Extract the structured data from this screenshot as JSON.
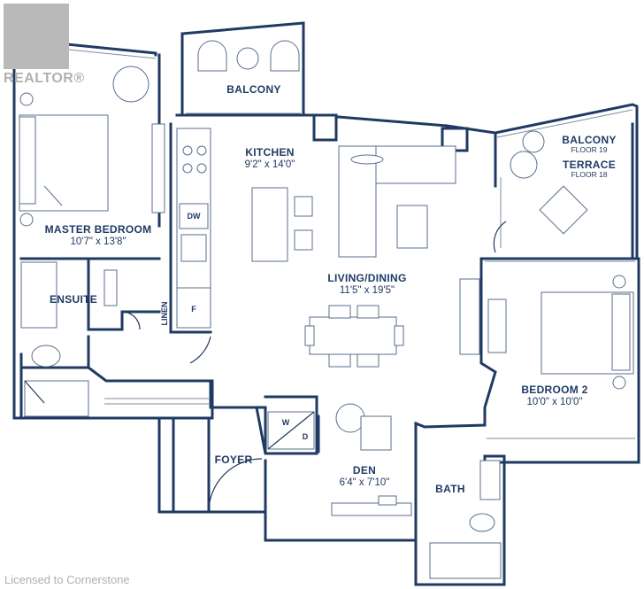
{
  "watermark": {
    "brand": "REALTOR®"
  },
  "credit": "Licensed to Cornerstone",
  "rooms": {
    "balcony_top": {
      "name": "BALCONY"
    },
    "kitchen": {
      "name": "KITCHEN",
      "size": "9'2\" x 14'0\""
    },
    "master": {
      "name": "MASTER BEDROOM",
      "size": "10'7\" x 13'8\""
    },
    "ensuite": {
      "name": "ENSUITE"
    },
    "living": {
      "name": "LIVING/DINING",
      "size": "11'5\" x 19'5\""
    },
    "balcony_right": {
      "name": "BALCONY",
      "floor": "FLOOR 19"
    },
    "terrace": {
      "name": "TERRACE",
      "floor": "FLOOR 18"
    },
    "bedroom2": {
      "name": "BEDROOM 2",
      "size": "10'0\" x 10'0\""
    },
    "foyer": {
      "name": "FOYER"
    },
    "den": {
      "name": "DEN",
      "size": "6'4\" x 7'10\""
    },
    "bath": {
      "name": "BATH"
    }
  },
  "appliances": {
    "dishwasher": "DW",
    "fridge": "F",
    "linen": "LINEN",
    "washer": "W",
    "dryer": "D"
  }
}
